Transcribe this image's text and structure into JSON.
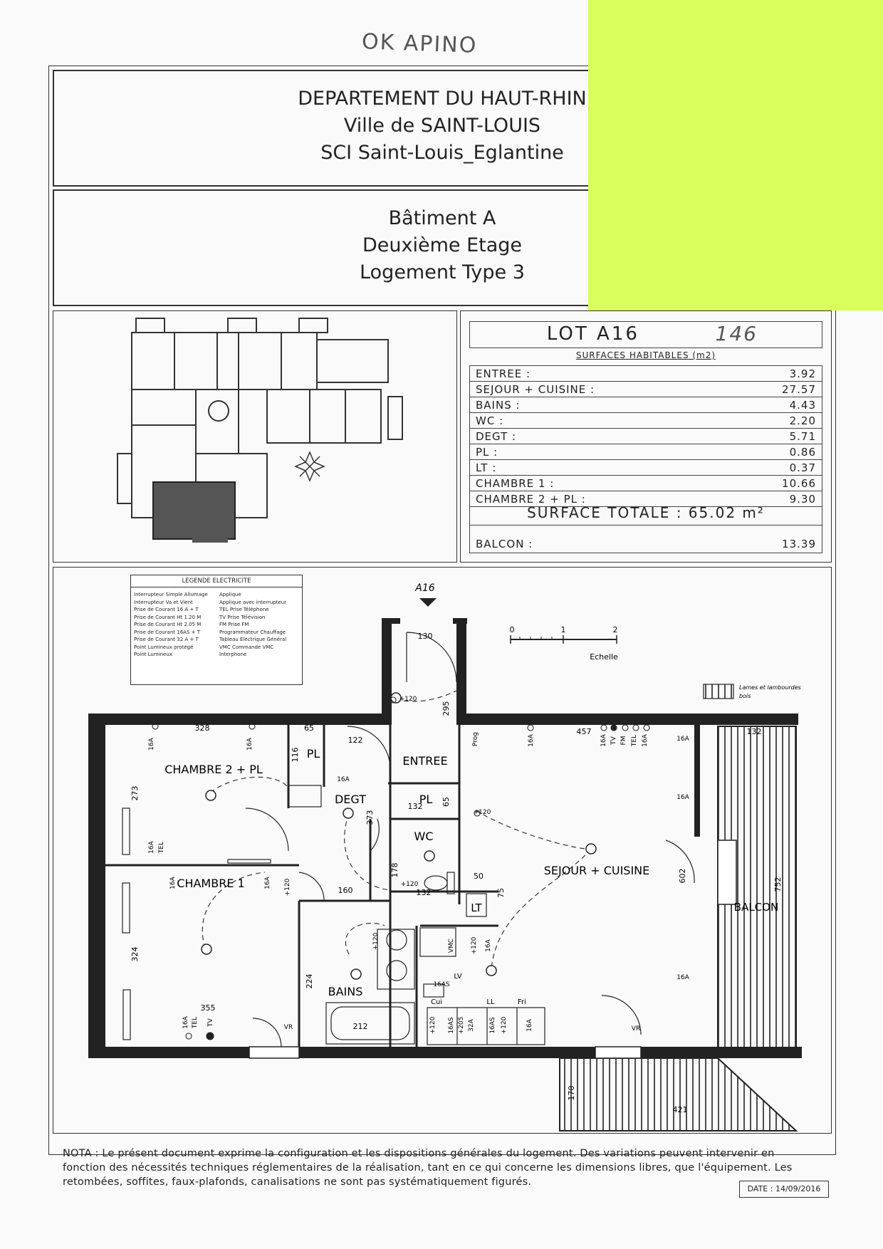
{
  "handwritten_note": "OK APINO",
  "header": {
    "lines": [
      "DEPARTEMENT DU HAUT-RHIN",
      "Ville de SAINT-LOUIS",
      "SCI Saint-Louis_Eglantine"
    ]
  },
  "sub_header": {
    "lines": [
      "Bâtiment A",
      "Deuxième Etage",
      "Logement Type 3"
    ]
  },
  "lot": {
    "title": "LOT A16",
    "handwritten": "146",
    "subtitle": "SURFACES HABITABLES (m2)",
    "rows": [
      {
        "label": "ENTREE :",
        "value": "3.92"
      },
      {
        "label": "SEJOUR + CUISINE :",
        "value": "27.57"
      },
      {
        "label": "BAINS :",
        "value": "4.43"
      },
      {
        "label": "WC :",
        "value": "2.20"
      },
      {
        "label": "DEGT :",
        "value": "5.71"
      },
      {
        "label": "PL :",
        "value": "0.86"
      },
      {
        "label": "LT :",
        "value": "0.37"
      },
      {
        "label": "CHAMBRE 1 :",
        "value": "10.66"
      },
      {
        "label": "CHAMBRE 2 + PL :",
        "value": "9.30"
      }
    ],
    "total": "SURFACE  TOTALE : 65.02 m²",
    "balcon_label": "BALCON :",
    "balcon_value": "13.39"
  },
  "legend": {
    "title": "LEGENDE ELECTRICITE",
    "left": [
      "Interrupteur Simple Allumage",
      "Interrupteur Va et Vient",
      "Prise de Courant 16 A + T",
      "Prise de Courant Ht 1.20 M",
      "Prise de Courant Ht 2.05 M",
      "Prise de Courant 16AS + T",
      "Prise de Courant 32 A + T",
      "Point Lumineux protégé",
      "Point Lumineux"
    ],
    "right": [
      "Applique",
      "Applique avec interrupteur",
      "TEL  Prise Téléphone",
      "TV  Prise Télévision",
      "FM  Prise FM",
      "Programmateur Chauffage",
      "Tableau Electrique Général",
      "VMC  Commande VMC",
      "Interphone"
    ]
  },
  "plan": {
    "lot_marker": "A16",
    "scale_ticks": [
      "0",
      "1",
      "2"
    ],
    "scale_label": "Echelle",
    "hatch_note": [
      "Lames et lambourdes",
      "bois"
    ],
    "rooms": {
      "chambre2": "CHAMBRE 2 + PL",
      "chambre1": "CHAMBRE 1",
      "entree": "ENTREE",
      "degt": "DEGT",
      "pl1": "PL",
      "pl2": "PL",
      "wc": "WC",
      "bains": "BAINS",
      "sejour": "SEJOUR + CUISINE",
      "balcon": "BALCON",
      "lt": "LT",
      "lv": "LV",
      "cui": "Cui",
      "ll": "LL",
      "fri": "Fri"
    },
    "dims": {
      "d130": "130",
      "d295": "295",
      "d328": "328",
      "d65a": "65",
      "d122": "122",
      "d116": "116",
      "d273": "273",
      "d132a": "132",
      "d65b": "65",
      "d373": "373",
      "d178": "178",
      "d160": "160",
      "d132b": "132",
      "d50": "50",
      "d75": "75",
      "d457": "457",
      "d132c": "132",
      "d602": "602",
      "d752": "752",
      "d324": "324",
      "d224": "224",
      "d355": "355",
      "d212": "212",
      "d170": "170",
      "d421": "421"
    },
    "sockets": {
      "s16a": "16A",
      "s120": "+120",
      "tel": "TEL",
      "tv": "TV",
      "fm": "FM",
      "vmc": "VMC",
      "s16as": "16AS",
      "s205": "+205",
      "s32a": "32A",
      "vr": "VR",
      "prog": "Prog"
    }
  },
  "footer": {
    "note": "NOTA : Le présent document exprime la configuration et les dispositions générales du logement. Des variations peuvent intervenir en fonction des nécessités techniques réglementaires de la réalisation, tant en ce qui concerne les dimensions libres, que l'équipement. Les retombées, soffites, faux-plafonds, canalisations ne sont pas systématiquement figurés.",
    "date": "DATE : 14/09/2016"
  },
  "colors": {
    "postit": "#d8ff5c",
    "ink": "#222222",
    "shaded_lot": "#555555"
  }
}
